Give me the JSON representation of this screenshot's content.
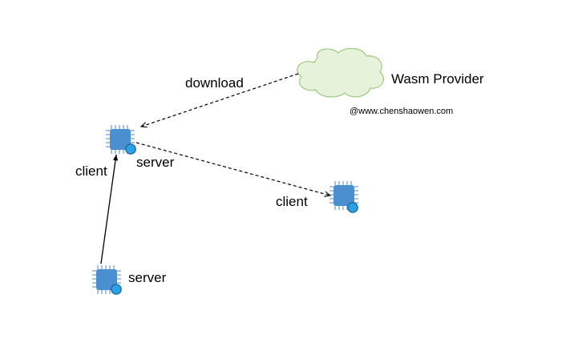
{
  "colors": {
    "chip_fill": "#4a8fcf",
    "chip_pin": "#6b9bd2",
    "badge_fill": "#2aa3e6",
    "badge_stroke": "#1f5b8f",
    "cloud_fill": "#e6f2d9",
    "cloud_stroke": "#9cc97e",
    "edge": "#000000"
  },
  "icons": {
    "chip": "processor-chip-icon",
    "cloud": "cloud-icon"
  },
  "labels": {
    "provider": "Wasm Provider",
    "watermark": "@www.chenshaowen.com",
    "download": "download",
    "client_top": "client",
    "server_top": "server",
    "client_right": "client",
    "server_bottom": "server"
  },
  "nodes": [
    {
      "id": "wasm-provider",
      "kind": "cloud",
      "label": "Wasm Provider"
    },
    {
      "id": "node-top",
      "kind": "chip",
      "labels": [
        "client",
        "server"
      ]
    },
    {
      "id": "node-right",
      "kind": "chip",
      "labels": [
        "client"
      ]
    },
    {
      "id": "node-bottom",
      "kind": "chip",
      "labels": [
        "server"
      ]
    }
  ],
  "edges": [
    {
      "from": "wasm-provider",
      "to": "node-top",
      "style": "dashed",
      "label": "download"
    },
    {
      "from": "node-top",
      "to": "node-right",
      "style": "dashed",
      "label": ""
    },
    {
      "from": "node-bottom",
      "to": "node-top",
      "style": "solid",
      "label": ""
    }
  ]
}
